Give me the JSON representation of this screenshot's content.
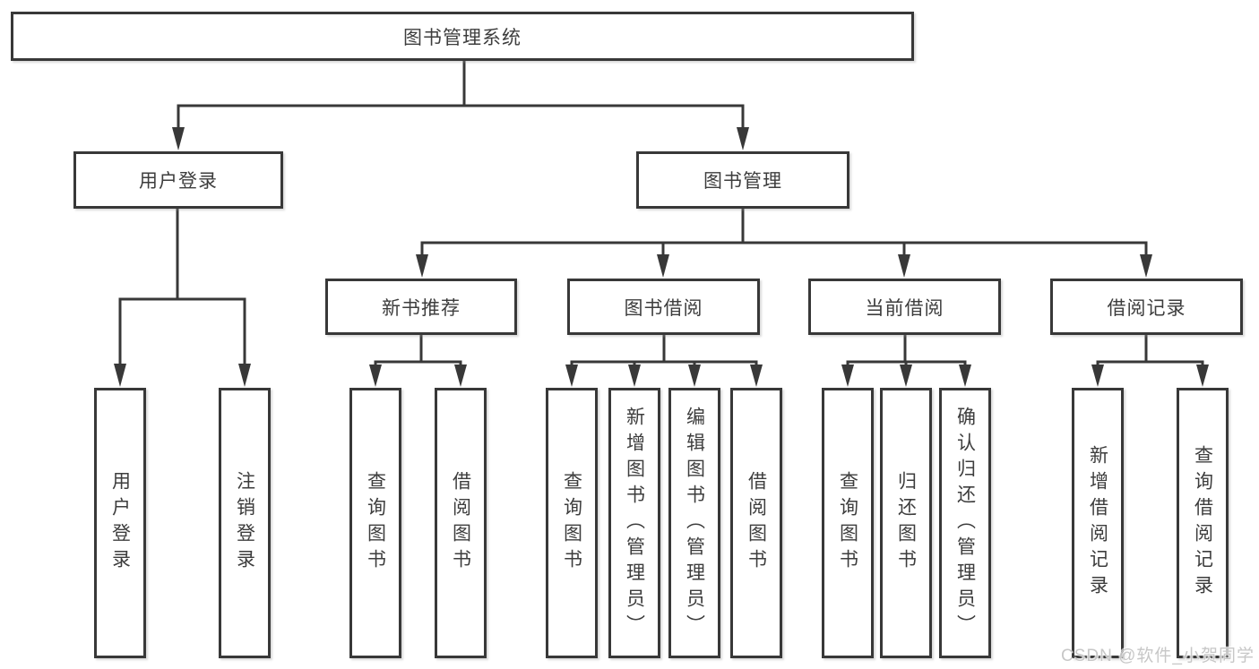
{
  "diagram": {
    "title": "图书管理系统",
    "nodes": {
      "root": "图书管理系统",
      "user_login": "用户登录",
      "book_mgmt": "图书管理",
      "leaf_user_login": "用户登录",
      "leaf_logout": "注销登录",
      "new_book_rec": "新书推荐",
      "book_borrow": "图书借阅",
      "current_borrow": "当前借阅",
      "borrow_record": "借阅记录",
      "nb_query_book": "查询图书",
      "nb_borrow_book": "借阅图书",
      "bb_query_book": "查询图书",
      "bb_add_book": "新增图书（管理员）",
      "bb_edit_book": "编辑图书（管理员）",
      "bb_borrow_book": "借阅图书",
      "cb_query_book": "查询图书",
      "cb_return_book": "归还图书",
      "cb_confirm_return": "确认归还（管理员）",
      "br_add_record": "新增借阅记录",
      "br_query_record": "查询借阅记录"
    },
    "hierarchy": {
      "图书管理系统": {
        "用户登录": [
          "用户登录",
          "注销登录"
        ],
        "图书管理": {
          "新书推荐": [
            "查询图书",
            "借阅图书"
          ],
          "图书借阅": [
            "查询图书",
            "新增图书（管理员）",
            "编辑图书（管理员）",
            "借阅图书"
          ],
          "当前借阅": [
            "查询图书",
            "归还图书",
            "确认归还（管理员）"
          ],
          "借阅记录": [
            "新增借阅记录",
            "查询借阅记录"
          ]
        }
      }
    },
    "colors": {
      "line": "#383838",
      "text": "#3d3d3d",
      "box_background": "#ffffff",
      "watermark": "#c7c7c7"
    }
  },
  "watermark": "CSDN @软件_小贺同学"
}
